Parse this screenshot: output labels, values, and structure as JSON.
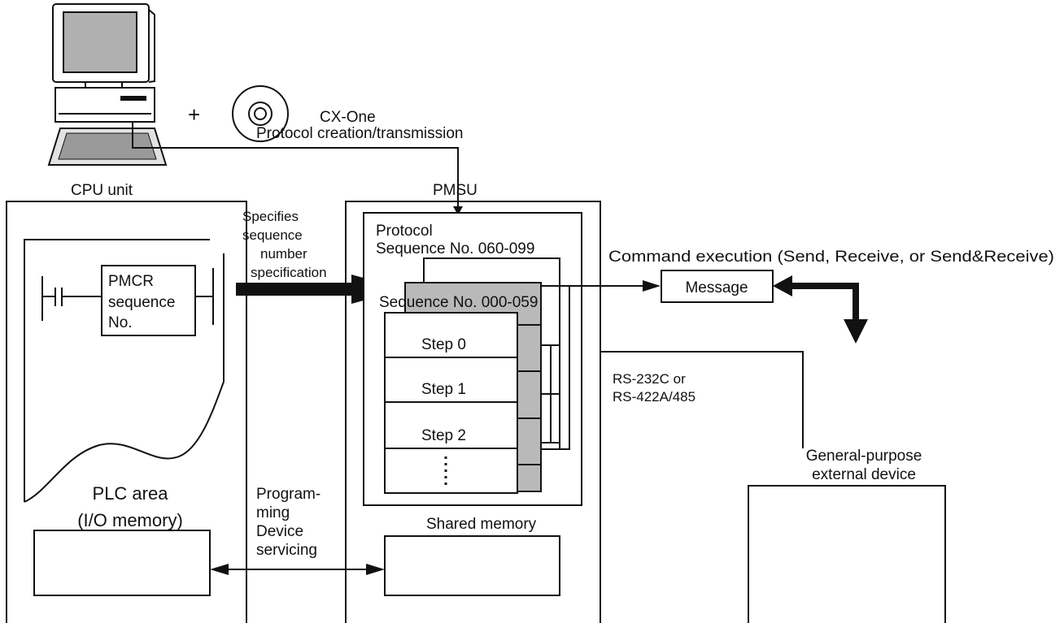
{
  "workstation": {
    "plus": "+",
    "software_label": "CX-One",
    "link_label": "Protocol creation/transmission"
  },
  "cpu_unit": {
    "title": "CPU unit",
    "ladder": {
      "instruction_lines": [
        "PMCR",
        "sequence",
        "No."
      ]
    },
    "plc_area": {
      "title": "PLC area",
      "subtitle": "(I/O memory)"
    }
  },
  "call": {
    "lines": [
      "Specifies",
      "sequence",
      "number",
      "specification"
    ]
  },
  "pmsu": {
    "title": "PMSU",
    "protocol": {
      "title": "Protocol",
      "sequence_range": "Sequence No. 060-099"
    },
    "sequence": {
      "label": "Sequence No. 000-059",
      "steps": [
        "Step 0",
        "Step 1",
        "Step 2"
      ]
    },
    "shared_memory": "Shared memory"
  },
  "servicing": {
    "lines": [
      "Program-",
      "ming",
      "Device",
      "servicing"
    ]
  },
  "command": {
    "label": "Command execution (Send, Receive, or Send&Receive)",
    "message": "Message"
  },
  "connection": {
    "lines": [
      "RS-232C or",
      "RS-422A/485"
    ]
  },
  "device": {
    "lines": [
      "General-purpose",
      "external device"
    ]
  },
  "colors": {
    "line": "#111111",
    "sequence_fill": "#b9b9b9",
    "screen_fill": "#b0b0b0"
  }
}
